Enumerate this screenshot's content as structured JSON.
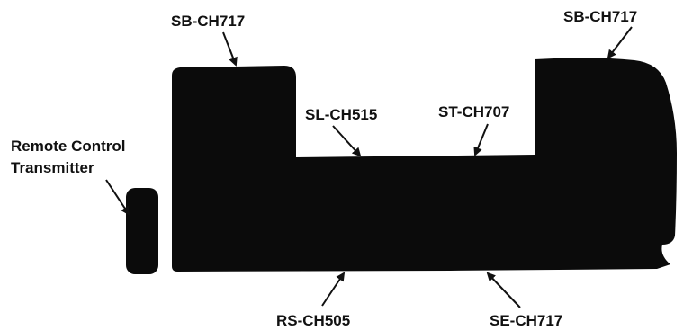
{
  "diagram": {
    "labels": {
      "sb_left": "SB-CH717",
      "sb_right": "SB-CH717",
      "sl": "SL-CH515",
      "st": "ST-CH707",
      "remote_line1": "Remote Control",
      "remote_line2": "Transmitter",
      "rs": "RS-CH505",
      "se": "SE-CH717"
    },
    "colors": {
      "silhouette": "#0b0b0b",
      "text": "#111111",
      "background": "#ffffff"
    }
  }
}
